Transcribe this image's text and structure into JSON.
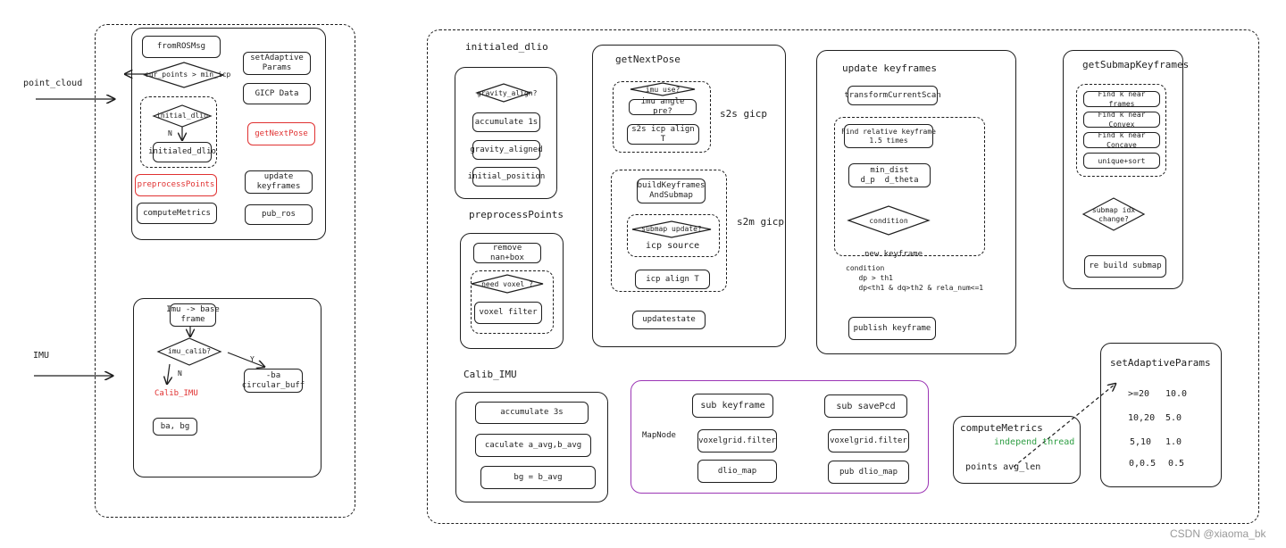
{
  "inputs": {
    "point_cloud": "point_cloud",
    "imu": "IMU"
  },
  "left_top": {
    "fromROSMsg": "fromROSMsg",
    "cur_points": "cur_points > min_icp",
    "initial_dlio_q": "initial_dlio",
    "n": "N",
    "initialed_dlio": "initialed_dlio",
    "preprocessPoints": "preprocessPoints",
    "computeMetrics": "computeMetrics",
    "setAdaptiveParams": "setAdaptive\nParams",
    "gicp_data": "GICP Data",
    "getNextPose": "getNextPose",
    "update_keyframes": "update\nkeyframes",
    "pub_ros": "pub_ros"
  },
  "left_bottom": {
    "imu_base": "Imu -> base\nframe",
    "imu_calib_q": "imu_calib?",
    "y": "Y",
    "n": "N",
    "calib_imu": "Calib_IMU",
    "ba_circ": "-ba\ncircular_buff",
    "ba_bg": "ba, bg"
  },
  "initialed_dlio": {
    "title": "initialed_dlio",
    "gravity_align_q": "gravity_align?",
    "accumulate": "accumulate   1s",
    "gravity_aligned": "gravity_aligned",
    "initial_position": "initial_position"
  },
  "preprocess": {
    "title": "preprocessPoints",
    "remove_nan": "remove nan+box",
    "need_voxel_q": "need voxel ?",
    "voxel_filter": "voxel filter"
  },
  "calib_imu": {
    "title": "Calib_IMU",
    "accumulate": "accumulate   3s",
    "caculate": "caculate a_avg,b_avg",
    "bg": "bg = b_avg"
  },
  "getNextPose": {
    "title": "getNextPose",
    "imu_use_q": "imu use?",
    "imu_angle": "imu angle pre?",
    "s2s_icp": "s2s icp align T",
    "s2s_label": "s2s gicp",
    "build_kf": "buildKeyframes\nAndSubmap",
    "submap_update_q": "submap update?",
    "icp_source": "icp source",
    "icp_align": "icp align T",
    "s2m_label": "s2m gicp",
    "updatestate": "updatestate"
  },
  "update_keyframes": {
    "title": "update keyframes",
    "transform": "transformCurrentScan",
    "find_relative": "Find relative keyframe\n1.5 times",
    "min_dist": "min_dist\nd_p  d_theta",
    "condition_q": "condition",
    "new_keyframe": "new keyframe",
    "condition_text": "condition\n   dp > th1\n   dp<th1 & dq>th2 & rela_num<=1",
    "publish": "publish keyframe"
  },
  "getSubmapKeyframes": {
    "title": "getSubmapKeyframes",
    "near_frames": "Find k near frames",
    "near_convex": "Find k near Convex",
    "near_concave": "Find k near Concave",
    "unique_sort": "unique+sort",
    "submap_idx_q": "submap idx\nchange?",
    "rebuild": "re build submap"
  },
  "mapnode": {
    "label": "MapNode",
    "sub_keyframe": "sub keyframe",
    "voxelgrid1": "voxelgrid.filter",
    "dlio_map": "dlio_map",
    "sub_savepcd": "sub savePcd",
    "voxelgrid2": "voxelgrid.filter",
    "pub_dlio_map": "pub dlio_map"
  },
  "computeMetrics": {
    "title": "computeMetrics",
    "independ": "independ thread",
    "points_avg": "points avg_len"
  },
  "setAdaptiveParams": {
    "title": "setAdaptiveParams",
    "rows": [
      [
        ">=20",
        "10.0"
      ],
      [
        "10,20",
        "5.0"
      ],
      [
        "5,10",
        "1.0"
      ],
      [
        "0,0.5",
        "0.5"
      ]
    ]
  },
  "watermark": "CSDN @xiaoma_bk"
}
